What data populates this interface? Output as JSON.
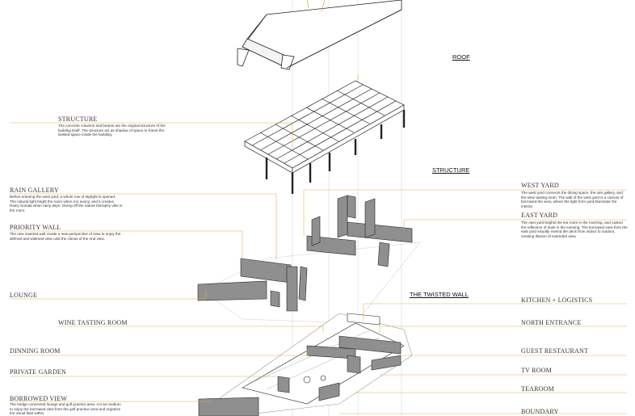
{
  "colors": {
    "leader": "#e0b44a",
    "wall_fill": "#8f8f8f",
    "line": "#222222"
  },
  "sections": {
    "roof": "ROOF",
    "structure": "STRUCTURE",
    "twisted_wall": "THE TWISTED WALL"
  },
  "left_labels": {
    "structure": {
      "title": "STRUCTURE",
      "text": "The concrete columns and beams are the original structure of the building itself. The structure act as shadow of space to frame the twisted space inside the building."
    },
    "rain_gallery": {
      "title": "RAIN GALLERY",
      "text": "Before entering the west yard, a whole row of skylight is opened. The natural light bright the room when it is sunny, and it creates Rainy Sonata when rainy days. Giving off the nature theraphy vibe in the room."
    },
    "priority_wall": {
      "title": "PRIORITY WALL",
      "text": "The new inserted wall create a new perspective of view to enjoy the defined and widened view until the climax of the end view."
    },
    "lounge": "LOUNGE",
    "wine_tasting": "WINE TASTING ROOM",
    "dinning_room": "DINNING ROOM",
    "private_garden": "PRIVATE GARDEN",
    "borrowed_view": {
      "title": "BORROWED VIEW",
      "text": "The bridge connected lounge and golf practice area. Act as medium to enjoy the borrowed view from the golf practice area and organize the visual field within"
    }
  },
  "right_labels": {
    "west_yard": {
      "title": "WEST YARD",
      "text": "The west yard connects the dining space, the rain gallery, and the wine tasting room. The wall of the west yard is a canvas of borrowed the view, where the light from yard illuminate the interior."
    },
    "east_yard": {
      "title": "EAST YARD",
      "text": "The east yard brights the tea room in the morning, and casted the reflection of dusk in the evening. The borrowed view from the east yard visually extend the deck from indoor to outdoor, creating illusion of extended view."
    },
    "kitchen": "KITCHEN + LOGISTICS",
    "north_entrance": "NORTH ENTRANCE",
    "guest_restaurant": "GUEST RESTAURANT",
    "tv_room": "TV ROOM",
    "tearoom": "TEAROOM",
    "boundary": "BOUNDARY"
  }
}
